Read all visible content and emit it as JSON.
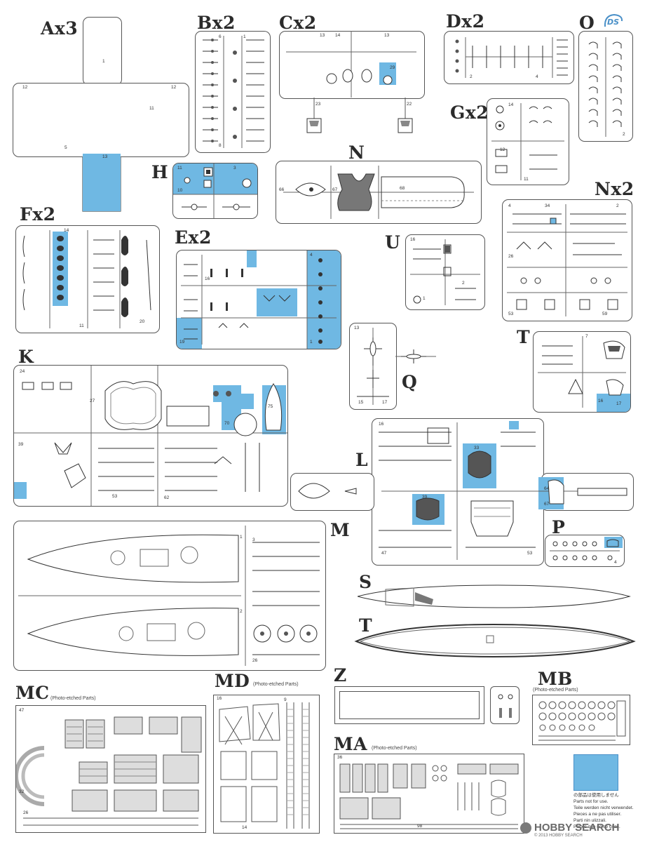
{
  "sprues": [
    {
      "id": "A",
      "label": "Ax3"
    },
    {
      "id": "B",
      "label": "Bx2"
    },
    {
      "id": "C",
      "label": "Cx2"
    },
    {
      "id": "D",
      "label": "Dx2"
    },
    {
      "id": "O",
      "label": "O"
    },
    {
      "id": "G",
      "label": "Gx2"
    },
    {
      "id": "H",
      "label": "H"
    },
    {
      "id": "N",
      "label": "N"
    },
    {
      "id": "Nx2",
      "label": "Nx2"
    },
    {
      "id": "F",
      "label": "Fx2"
    },
    {
      "id": "E",
      "label": "Ex2"
    },
    {
      "id": "U",
      "label": "U"
    },
    {
      "id": "T1",
      "label": "T"
    },
    {
      "id": "Q",
      "label": "Q"
    },
    {
      "id": "K",
      "label": "K"
    },
    {
      "id": "L",
      "label": "L"
    },
    {
      "id": "M",
      "label": "M"
    },
    {
      "id": "P",
      "label": "P"
    },
    {
      "id": "S",
      "label": "S"
    },
    {
      "id": "T2",
      "label": "T"
    },
    {
      "id": "MC",
      "label": "MC"
    },
    {
      "id": "MD",
      "label": "MD"
    },
    {
      "id": "Z",
      "label": "Z"
    },
    {
      "id": "MB",
      "label": "MB"
    },
    {
      "id": "MA",
      "label": "MA"
    }
  ],
  "photo_etched_note": "(Photo-etched Parts)",
  "not_for_use": {
    "lines": [
      "の部品は使用しません",
      "Parts not for use.",
      "Teile werden nicht verwendet.",
      "Pieces a ne pas utiliser.",
      "Parti nin ulizzali.",
      "Partes que no se usan."
    ]
  },
  "brand_logo": "DS",
  "watermark": {
    "text": "HOBBY SEARCH",
    "sub": "© 2013 HOBBY SEARCH"
  },
  "colors": {
    "highlight": "#6fb8e3",
    "outline": "#555555"
  }
}
